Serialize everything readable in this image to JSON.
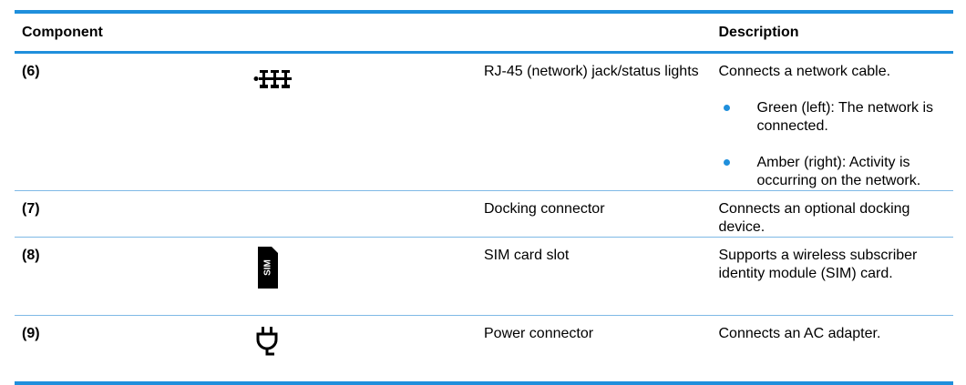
{
  "header": {
    "component": "Component",
    "description": "Description"
  },
  "rows": [
    {
      "number": "(6)",
      "icon": "network-jack-icon",
      "name": "RJ-45 (network) jack/status lights",
      "description": "Connects a network cable.",
      "bullets": [
        "Green (left): The network is connected.",
        "Amber (right): Activity is occurring on the network."
      ]
    },
    {
      "number": "(7)",
      "icon": "",
      "name": "Docking connector",
      "description": "Connects an optional docking device."
    },
    {
      "number": "(8)",
      "icon": "sim-card-icon",
      "icon_text": "SIM",
      "name": "SIM card slot",
      "description": "Supports a wireless subscriber identity module (SIM) card."
    },
    {
      "number": "(9)",
      "icon": "power-plug-icon",
      "name": "Power connector",
      "description": "Connects an AC adapter."
    }
  ],
  "colors": {
    "rule": "#1f8fdc",
    "thin_rule": "#7fb9e6",
    "bullet": "#1f8fdc"
  }
}
